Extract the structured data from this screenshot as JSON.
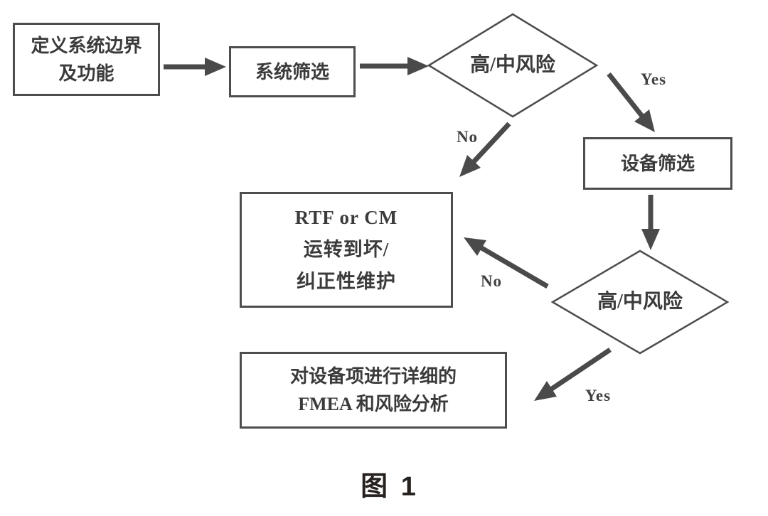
{
  "diagram": {
    "caption": "图 1",
    "boxes": {
      "define_system": {
        "line1": "定义系统边界",
        "line2": "及功能"
      },
      "system_screening": {
        "label": "系统筛选"
      },
      "equipment_screening": {
        "label": "设备筛选"
      },
      "rtf_cm": {
        "line1": "RTF or CM",
        "line2": "运转到坏/",
        "line3": "纠正性维护"
      },
      "fmea": {
        "line1": "对设备项进行详细的",
        "line2": "FMEA 和风险分析"
      }
    },
    "decisions": {
      "risk_check_1": {
        "label": "高/中风险"
      },
      "risk_check_2": {
        "label": "高/中风险"
      }
    },
    "edge_labels": {
      "yes_1": "Yes",
      "no_1": "No",
      "no_2": "No",
      "yes_2": "Yes"
    },
    "colors": {
      "line": "#4a4a4a",
      "border": "#4d4d4d",
      "text": "#3b3b3b",
      "caption_text": "#26211e",
      "background": "#ffffff"
    }
  }
}
